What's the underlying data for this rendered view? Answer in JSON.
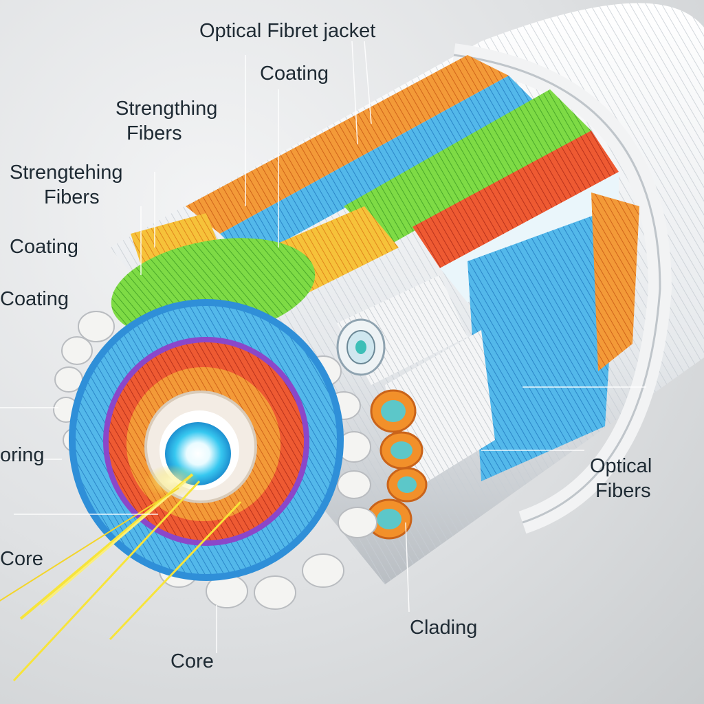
{
  "diagram": {
    "colors": {
      "background": "#dcdfe1",
      "jacket": "#eef0f2",
      "strength_blue": "#3a9fe0",
      "strength_green": "#6fd33a",
      "strength_orange": "#f08a2a",
      "strength_red": "#e8442a",
      "core_glow": "#37c8f0",
      "light_beam": "#f5e13a"
    },
    "labels": {
      "optical_fiber_jacket": "Optical Fibret jacket",
      "coating_top": "Coating",
      "strengthening_fibers_1_line1": "Strengthing",
      "strengthening_fibers_1_line2": "Fibers",
      "strengthening_fibers_2_line1": "Strengtehing",
      "strengthening_fibers_2_line2": "Fibers",
      "coating_left_1": "Coating",
      "coating_left_2": "Coating",
      "oring": "oring",
      "core_left": "Core",
      "core_bottom": "Core",
      "cladding": "Clading",
      "optical_fibers_line1": "Optical",
      "optical_fibers_line2": "Fibers"
    }
  }
}
